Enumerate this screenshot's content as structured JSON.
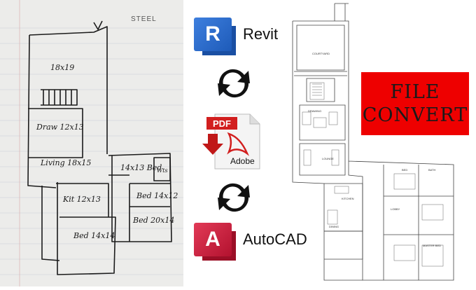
{
  "sketch": {
    "header_text": "STEEL",
    "rooms": [
      {
        "name": "top-room",
        "text": "18x19"
      },
      {
        "name": "drawing",
        "text": "Draw 12x13"
      },
      {
        "name": "living",
        "text": "Living 18x15"
      },
      {
        "name": "bed-1",
        "text": "14x13 Bed"
      },
      {
        "name": "bed-2",
        "text": "Bed 14x12"
      },
      {
        "name": "kitchen",
        "text": "Kit 12x13"
      },
      {
        "name": "bed-3",
        "text": "Bed 20x14"
      },
      {
        "name": "bed-4",
        "text": "Bed 14x14"
      },
      {
        "name": "wash",
        "text": "Wts"
      }
    ]
  },
  "apps": {
    "revit": {
      "letter": "R",
      "name": "Revit",
      "color": "#2c6fd1"
    },
    "pdf": {
      "badge": "PDF",
      "brand": "Adobe",
      "color": "#d21f1f"
    },
    "autocad": {
      "letter": "A",
      "name": "AutoCAD",
      "color": "#d42a48"
    }
  },
  "plan": {
    "labels": [
      "COURTYARD",
      "DRAWING",
      "LOUNGE",
      "KITCHEN",
      "LOBBY",
      "BED",
      "BATH",
      "MASTER BED",
      "DINING"
    ]
  },
  "banner": {
    "line1": "FILE",
    "line2": "CONVERT",
    "background": "#ee0000"
  }
}
